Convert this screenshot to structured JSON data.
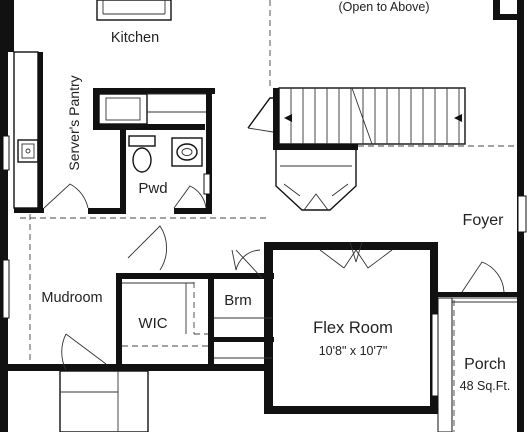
{
  "rooms": {
    "open_to_above": "(Open to Above)",
    "kitchen": "Kitchen",
    "servers_pantry": "Server's Pantry",
    "powder": "Pwd",
    "foyer": "Foyer",
    "mudroom": "Mudroom",
    "wic": "WIC",
    "bedroom": "Brm",
    "flex_room": "Flex Room",
    "flex_room_size": "10'8\" x 10'7\"",
    "porch": "Porch",
    "porch_size": "48 Sq.Ft."
  }
}
